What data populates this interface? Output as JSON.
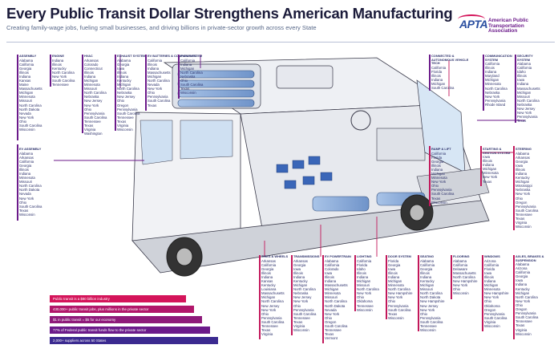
{
  "header": {
    "title": "Every Public Transit Dollar Strengthens American Manufacturing",
    "subtitle": "Creating family-wage jobs, fueling small businesses, and driving billions in private-sector growth across every State"
  },
  "logo": {
    "mark": "APTA",
    "name": "American Public Transportation Association"
  },
  "colors": {
    "magenta": "#c2185b",
    "purple": "#6b1a8a",
    "navy": "#1b1b3a",
    "blue": "#2a4fa0"
  },
  "groups": {
    "assembly": {
      "head": "Assembly",
      "items": [
        "Alabama",
        "California",
        "Georgia",
        "Illinois",
        "Indiana",
        "Kansas",
        "Maine",
        "Massachusetts",
        "Michigan",
        "Minnesota",
        "Missouri",
        "North Carolina",
        "North Dakota",
        "Nevada",
        "New York",
        "Ohio",
        "South Carolina",
        "Wisconsin"
      ]
    },
    "engine": {
      "head": "Engine",
      "items": [
        "Indiana",
        "Illinois",
        "Kentucky",
        "North Carolina",
        "New York",
        "South Carolina",
        "Tennessee"
      ]
    },
    "hvac": {
      "head": "HVAC",
      "items": [
        "Arkansas",
        "Colorado",
        "Connecticut",
        "Illinois",
        "Indiana",
        "Michigan",
        "Minnesota",
        "Missouri",
        "North Carolina",
        "Nebraska",
        "New Jersey",
        "New York",
        "Ohio",
        "Pennsylvania",
        "South Carolina",
        "Tennessee",
        "Texas",
        "Virginia",
        "Washington"
      ]
    },
    "exhaust": {
      "head": "Exhaust System",
      "items": [
        "Alabama",
        "Georgia",
        "Iowa",
        "Illinois",
        "Indiana",
        "Kentucky",
        "Michigan",
        "North Carolina",
        "Nebraska",
        "New Jersey",
        "Ohio",
        "Oregon",
        "Pennsylvania",
        "South Carolina",
        "Tennessee",
        "Texas",
        "Virginia",
        "Wisconsin"
      ]
    },
    "ev_batteries": {
      "head": "EV Batteries & Components",
      "items": [
        "California",
        "Illinois",
        "Indiana",
        "Massachusetts",
        "Michigan",
        "North Carolina",
        "Nevada",
        "New York",
        "Ohio",
        "Pennsylvania",
        "South Carolina",
        "Texas"
      ]
    },
    "fuel": {
      "head": "Fuel System",
      "items": [
        "California",
        "Indiana",
        "Michigan",
        "North Carolina",
        "Nebraska",
        "Ohio",
        "South Carolina",
        "Texas",
        "Wisconsin"
      ]
    },
    "ev_assembly": {
      "head": "EV Assembly",
      "items": [
        "Alabama",
        "Arkansas",
        "California",
        "Georgia",
        "Illinois",
        "Indiana",
        "Minnesota",
        "Missouri",
        "North Carolina",
        "North Dakota",
        "Nevada",
        "New York",
        "Ohio",
        "South Carolina",
        "Texas",
        "Wisconsin"
      ]
    },
    "connected": {
      "head": "Connected & Autonomous Vehicle Tech",
      "items": [
        "California",
        "Florida",
        "Illinois",
        "Indiana",
        "Michigan",
        "South Carolina"
      ]
    },
    "communication": {
      "head": "Communication System",
      "items": [
        "California",
        "Illinois",
        "Indiana",
        "Maryland",
        "Michigan",
        "Minnesota",
        "North Carolina",
        "Nebraska",
        "New York",
        "Pennsylvania",
        "Rhode Island"
      ]
    },
    "security": {
      "head": "Security System",
      "items": [
        "Alabama",
        "California",
        "Idaho",
        "Illinois",
        "Iowa",
        "Indiana",
        "Massachusetts",
        "Michigan",
        "Missouri",
        "North Carolina",
        "Nebraska",
        "New Jersey",
        "New York",
        "Pennsylvania",
        "Texas"
      ]
    },
    "ramp": {
      "head": "Ramp & Lift",
      "items": [
        "California",
        "Florida",
        "Georgia",
        "Illinois",
        "Indiana",
        "Michigan",
        "Minnesota",
        "New York",
        "Ohio",
        "Pennsylvania",
        "South Carolina",
        "Texas",
        "Wisconsin"
      ]
    },
    "starting": {
      "head": "Starting & Ignition System",
      "items": [
        "Iowa",
        "Illinois",
        "Indiana",
        "Michigan",
        "Minnesota",
        "New York",
        "Texas"
      ]
    },
    "steering": {
      "head": "Steering",
      "items": [
        "Alabama",
        "Arkansas",
        "Georgia",
        "Iowa",
        "Illinois",
        "Indiana",
        "Kentucky",
        "Michigan",
        "Mississippi",
        "Nebraska",
        "New York",
        "Ohio",
        "Oregon",
        "Pennsylvania",
        "South Carolina",
        "Tennessee",
        "Texas",
        "Virginia",
        "Wisconsin"
      ]
    },
    "tires": {
      "head": "Tires & Wheels",
      "items": [
        "Arkansas",
        "California",
        "Georgia",
        "Illinois",
        "Indiana",
        "Kansas",
        "Kentucky",
        "Louisiana",
        "Massachusetts",
        "Michigan",
        "North Carolina",
        "New Jersey",
        "New York",
        "Ohio",
        "Pennsylvania",
        "South Carolina",
        "Tennessee",
        "Texas",
        "Virginia"
      ]
    },
    "transmissions": {
      "head": "Transmissions",
      "items": [
        "Arkansas",
        "Georgia",
        "Iowa",
        "Illinois",
        "Indiana",
        "Kentucky",
        "Michigan",
        "North Carolina",
        "Nebraska",
        "New Jersey",
        "New York",
        "Ohio",
        "Pennsylvania",
        "South Carolina",
        "Tennessee",
        "Texas",
        "Virginia",
        "Wisconsin"
      ]
    },
    "powertrain": {
      "head": "EV Powertrain",
      "items": [
        "Alabama",
        "California",
        "Colorado",
        "Iowa",
        "Illinois",
        "Indiana",
        "Massachusetts",
        "Michigan",
        "Minnesota",
        "Missouri",
        "North Carolina",
        "North Dakota",
        "Nevada",
        "New York",
        "Ohio",
        "Oregon",
        "South Carolina",
        "Tennessee",
        "Texas",
        "Vermont"
      ]
    },
    "lighting": {
      "head": "Lighting",
      "items": [
        "California",
        "Florida",
        "Idaho",
        "Illinois",
        "Indiana",
        "Michigan",
        "Missouri",
        "North Carolina",
        "New York",
        "Ohio",
        "Oklahoma",
        "Tennessee",
        "Wisconsin"
      ]
    },
    "door": {
      "head": "Door System",
      "items": [
        "Florida",
        "Georgia",
        "Iowa",
        "Illinois",
        "Indiana",
        "Michigan",
        "Minnesota",
        "North Carolina",
        "New Hampshire",
        "New York",
        "Ohio",
        "Pennsylvania",
        "South Carolina",
        "Texas",
        "Wisconsin"
      ]
    },
    "seating": {
      "head": "Seating",
      "items": [
        "Alabama",
        "California",
        "Georgia",
        "Illinois",
        "Indiana",
        "Kentucky",
        "Michigan",
        "Missouri",
        "North Carolina",
        "North Dakota",
        "New Hampshire",
        "New Jersey",
        "New York",
        "Ohio",
        "Pennsylvania",
        "South Carolina",
        "Tennessee",
        "Wisconsin"
      ]
    },
    "flooring": {
      "head": "Flooring",
      "items": [
        "Alabama",
        "California",
        "Delaware",
        "Massachusetts",
        "North Carolina",
        "New Hampshire",
        "New York",
        "Ohio",
        "Wisconsin"
      ]
    },
    "windows": {
      "head": "Windows",
      "items": [
        "Arizona",
        "California",
        "Florida",
        "Iowa",
        "Illinois",
        "Indiana",
        "Michigan",
        "Minnesota",
        "New Hampshire",
        "New York",
        "Ohio",
        "Oklahoma",
        "Oregon",
        "Pennsylvania",
        "South Carolina",
        "Virginia",
        "Wisconsin"
      ]
    },
    "axles": {
      "head": "Axles, Brakes & Suspension",
      "items": [
        "Alabama",
        "Arizona",
        "California",
        "Georgia",
        "Iowa",
        "Indiana",
        "Kentucky",
        "Michigan",
        "North Carolina",
        "New York",
        "Ohio",
        "Oregon",
        "Pennsylvania",
        "South Carolina",
        "Tennessee",
        "Texas",
        "Virginia",
        "Wisconsin"
      ]
    }
  },
  "stats": [
    "Public transit is a $80 billion industry",
    "430,000+ public transit jobs, plus millions in the private sector",
    "$1 in public transit = $5 for our economy",
    "77% of Federal public transit funds flow to the private sector",
    "2,000+ suppliers across 50 States"
  ]
}
